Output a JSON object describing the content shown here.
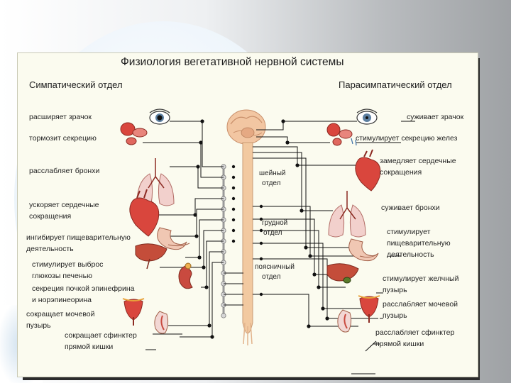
{
  "diagram": {
    "title": "Физиология вегетативной нервной системы",
    "sympathetic": {
      "heading": "Симпатический отдел",
      "effects": [
        "расширяет зрачок",
        "тормозит секрецию",
        "расслабляет бронхи",
        "ускоряет сердечные",
        "сокращения",
        "ингибирует пищеварительную",
        "деятельность",
        "стимулирует выброс",
        "глюкозы печенью",
        "секреция почкой эпинефрина",
        "и норэпинеорина",
        "сокращает мочевой",
        "пузырь",
        "сокращает сфинктер",
        "прямой кишки"
      ]
    },
    "parasympathetic": {
      "heading": "Парасимпатический отдел",
      "effects": [
        "суживает зрачок",
        "стимулирует секрецию желез",
        "замедляет сердечные",
        "сокращения",
        "суживает бронхи",
        "стимулирует",
        "пищеварительную",
        "деятельность",
        "стимулирует желчный",
        "пузырь",
        "расслабляет мочевой",
        "пузырь",
        "расслабляет сфинктер",
        "прямой кишки"
      ]
    },
    "spine_labels": [
      "шейный",
      "отдел",
      "грудной",
      "отдел",
      "поясничный",
      "отдел"
    ],
    "colors": {
      "panel_bg": "#fbfbef",
      "organ_red": "#d9463d",
      "spine_tan": "#f2c9a0",
      "line": "#111111"
    }
  }
}
